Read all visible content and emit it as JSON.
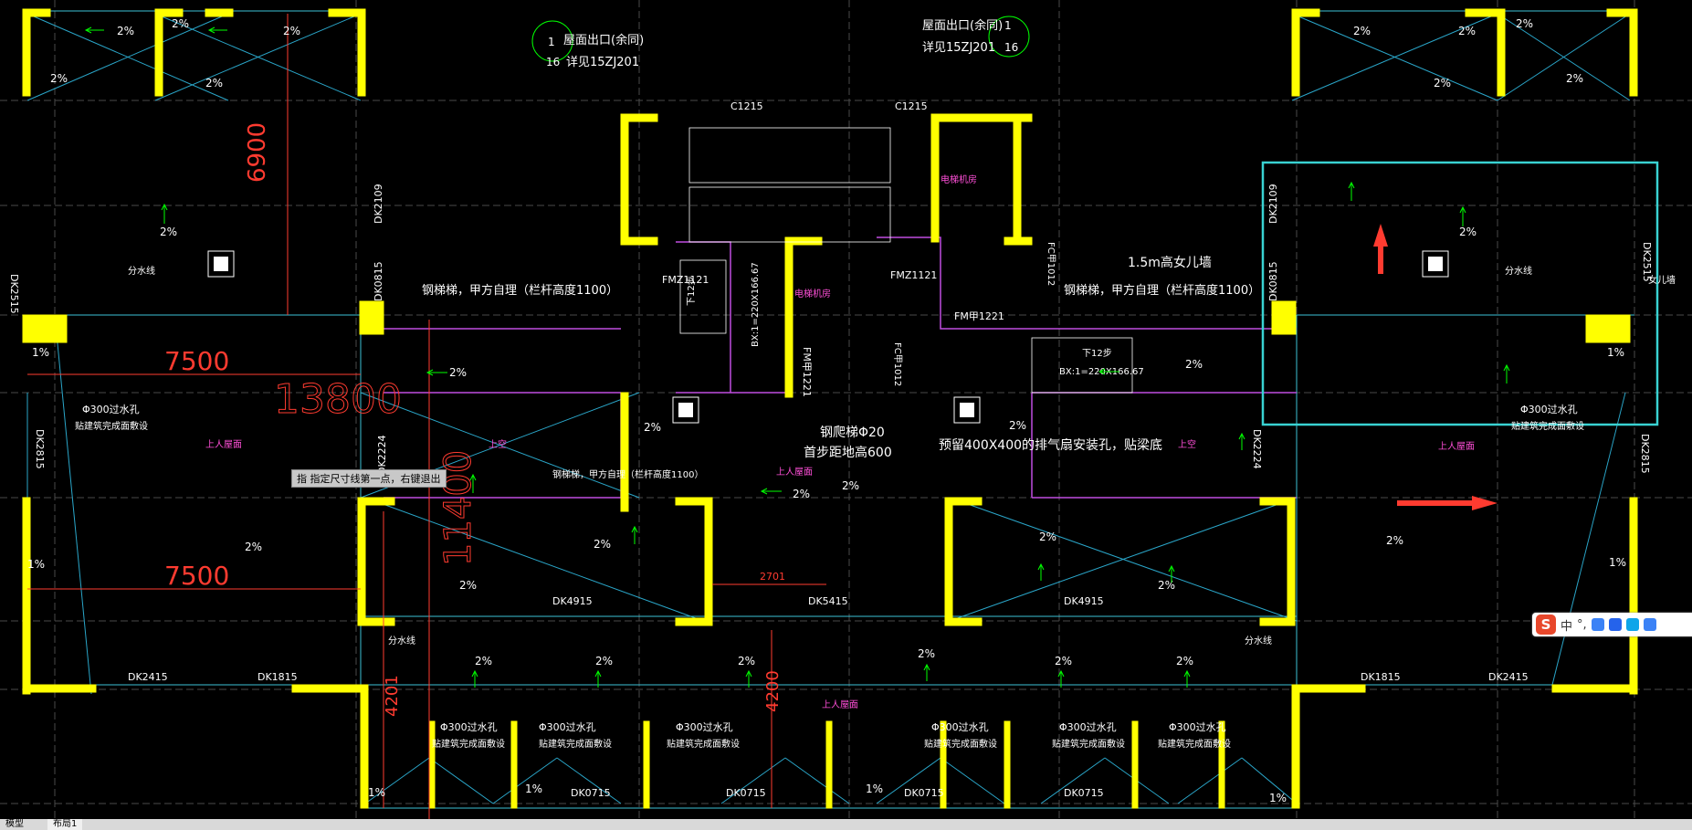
{
  "app": {
    "tabs": [
      "模型",
      "布局1"
    ],
    "active_tab": "模型"
  },
  "command_prompt": "指 指定尺寸线第一点，右键退出",
  "ime_toolbar": {
    "lang": "中",
    "punct": "°,"
  },
  "drawing": {
    "dims": {
      "d6900": "6900",
      "d7500a": "7500",
      "d13800": "13800",
      "d7500b": "7500",
      "d11400": "11400",
      "d4201": "4201",
      "d4200": "4200",
      "d2701": "2701"
    },
    "exit_left": {
      "num": "1",
      "text": "屋面出口(余同)",
      "sub_num": "16",
      "ref": "详见15ZJ201"
    },
    "exit_right": {
      "num": "1",
      "text": "屋面出口(余同)",
      "sub_num": "16",
      "ref": "详见15ZJ201"
    },
    "windows": {
      "c1215_a": "C1215",
      "c1215_b": "C1215"
    },
    "rooms": {
      "elev_a": "电梯机房",
      "elev_b": "电梯机房",
      "upper_a": "上人屋面",
      "upper_b": "上人屋面",
      "upper_c": "上人屋面",
      "upper_d": "上人屋面",
      "void_a": "上空",
      "void_b": "上空"
    },
    "doors": {
      "fmz_a": "FMZ1121",
      "fmz_b": "FMZ1121",
      "fmy_a": "FM甲1221",
      "fmy_b": "FM甲1221",
      "fc_a": "FC甲1012",
      "fc_b": "FC甲1012"
    },
    "ladder_a": "钢梯梯，甲方自理（栏杆高度1100）",
    "ladder_b": "钢梯梯，甲方自理（栏杆高度1100）",
    "ladder_c": "钢梯梯，甲方自理（栏杆高度1100）",
    "parapet": "1.5m高女儿墙",
    "climb": "钢爬梯Φ20",
    "climb_sub": "首步距地高600",
    "reserve": "预留400X400的排气扇安装孔，贴梁底",
    "drain": "Φ300过水孔",
    "drain_sub": "贴建筑完成面敷设",
    "split": "分水线",
    "stair_up": "下12步",
    "stair_size": "BX:1=220X166.67",
    "openings": {
      "dk2515_l": "DK2515",
      "dk2109_l": "DK2109",
      "dk0815_l": "DK0815",
      "dk2815_l": "DK2815",
      "dk2224_l": "DK2224",
      "dk2109_r": "DK2109",
      "dk0815_r": "DK0815",
      "dk2515_r": "DK2515",
      "dk2224_r": "DK2224",
      "dk2815_r": "DK2815",
      "dk4915_a": "DK4915",
      "dk5415": "DK5415",
      "dk4915_b": "DK4915",
      "dk2415_l": "DK2415",
      "dk1815_l": "DK1815",
      "dk1815_r": "DK1815",
      "dk2415_r": "DK2415",
      "dk0715": "DK0715"
    },
    "slope": {
      "p2": "2%",
      "p1": "1%"
    },
    "parapet_tag": "女儿墙"
  },
  "colors": {
    "wall": "#ffff00",
    "dim": "#ff3b30",
    "green": "#00ff00",
    "cyan": "#00e5ff",
    "magenta": "#d24cff",
    "grid": "#5a5a5a",
    "text": "#ffffff",
    "select": "#39d2d2"
  }
}
